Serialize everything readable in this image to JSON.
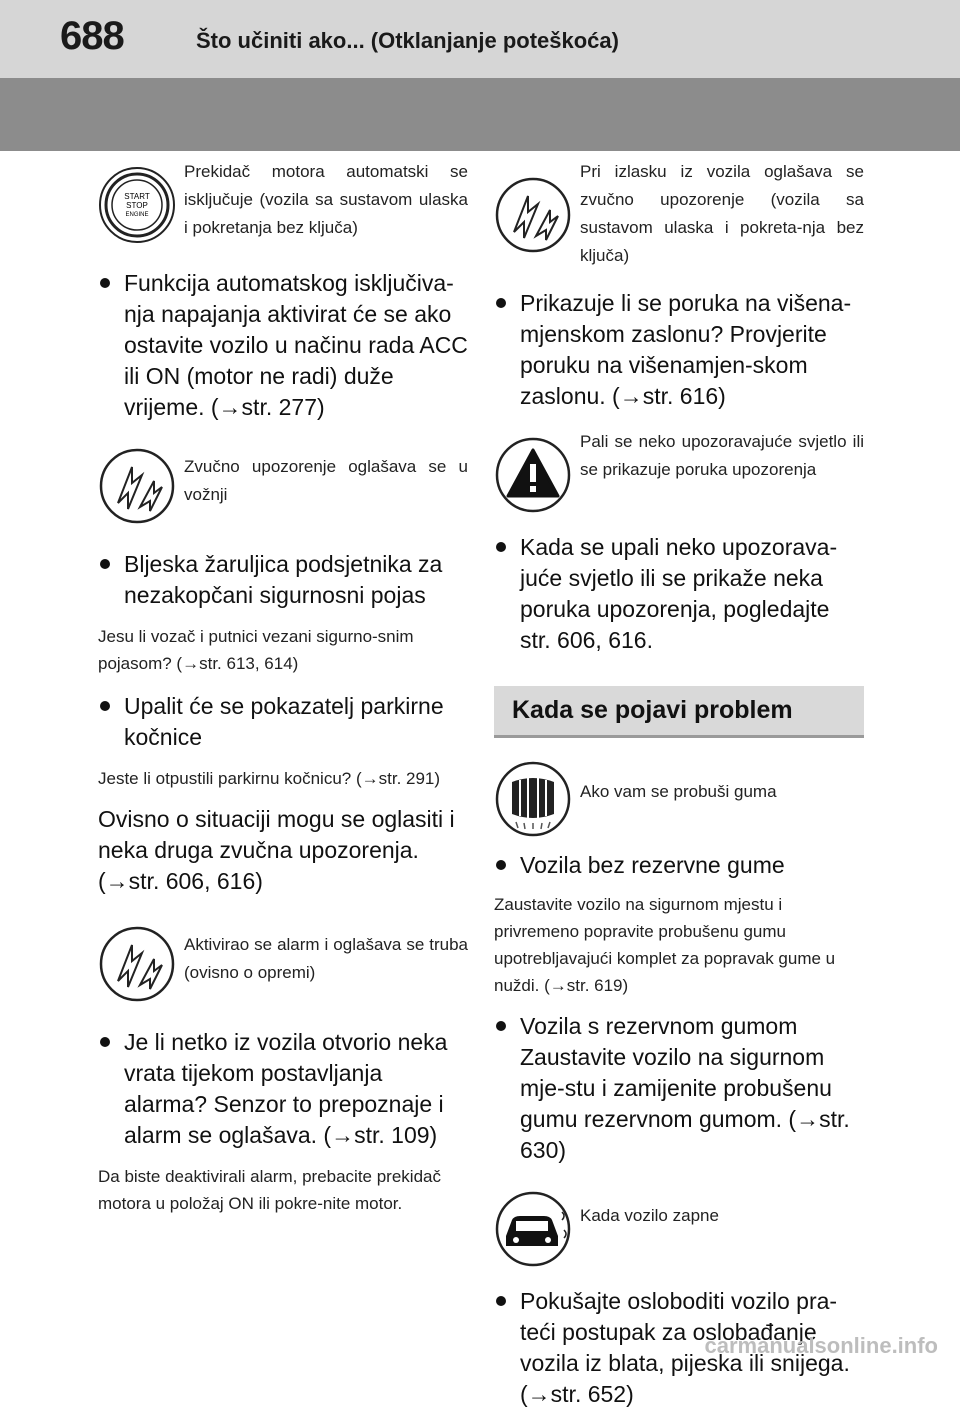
{
  "header": {
    "page_number": "688",
    "title": "Što učiniti ako... (Otklanjanje poteškoća)"
  },
  "left": {
    "b1_caption": "Prekidač motora automatski se isključuje (vozila sa sustavom ulaska i pokretanja bez ključa)",
    "b1_icon_text": [
      "START",
      "STOP",
      "ENGINE"
    ],
    "b1_bullet": "Funkcija automatskog isključiva-nja napajanja aktivirat će se ako ostavite vozilo u načinu rada ACC ili ON (motor ne radi) duže vrijeme. (→str. 277)",
    "b2_caption": "Zvučno upozorenje oglašava se u vožnji",
    "b2_bullet1": "Bljeska žaruljica podsjetnika za nezakopčani sigurnosni pojas",
    "b2_note1": "Jesu li vozač i putnici vezani sigurno-snim pojasom? (→str. 613, 614)",
    "b2_bullet2": "Upalit će se pokazatelj parkirne kočnice",
    "b2_note2": "Jeste li otpustili parkirnu kočnicu? (→str. 291)",
    "b2_plain": "Ovisno o situaciji mogu se oglasiti i neka druga zvučna upozorenja. (→str. 606, 616)",
    "b3_caption": "Aktivirao se alarm i oglašava se truba (ovisno o opremi)",
    "b3_bullet": "Je li netko iz vozila otvorio neka vrata tijekom postavljanja alarma? Senzor to prepoznaje i alarm se oglašava. (→str. 109)",
    "b3_note": "Da biste deaktivirali alarm, prebacite prekidač motora u položaj ON ili pokre-nite motor."
  },
  "right": {
    "b1_caption": "Pri izlasku iz vozila oglašava se zvučno upozorenje (vozila sa sustavom ulaska i pokreta-nja bez ključa)",
    "b1_bullet": "Prikazuje li se poruka na višena-mjenskom zaslonu? Provjerite poruku na višenamjen-skom zaslonu. (→str. 616)",
    "b2_caption": "Pali se neko upozoravajuće svjetlo ili se prikazuje poruka upozorenja",
    "b2_bullet": "Kada se upali neko upozorava-juće svjetlo ili se prikaže neka poruka upozorenja, pogledajte str. 606, 616.",
    "section_title": "Kada se pojavi problem",
    "b3_caption": "Ako vam se probuši guma",
    "b3_bullet1": "Vozila bez rezervne gume",
    "b3_note": "Zaustavite vozilo na sigurnom mjestu i privremeno popravite probušenu gumu upotrebljavajući komplet za popravak gume u nuždi. (→str. 619)",
    "b3_bullet2": "Vozila s rezervnom gumom Zaustavite vozilo na sigurnom mje-stu i zamijenite probušenu gumu rezervnom gumom. (→str. 630)",
    "b4_caption": "Kada vozilo zapne",
    "b4_bullet": "Pokušajte osloboditi vozilo pra-teći postupak za oslobađanje vozila iz blata, pijeska ili snijega. (→str. 652)"
  },
  "watermark": "carmanualsonline.info"
}
